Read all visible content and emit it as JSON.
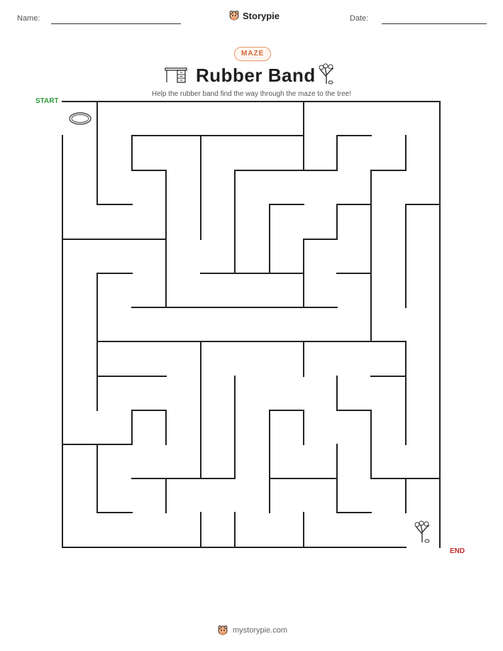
{
  "header": {
    "name_label": "Name:",
    "date_label": "Date:",
    "brand": "Storypie"
  },
  "badge": "MAZE",
  "title": "Rubber Band",
  "subtitle": "Help the rubber band find the way through the maze to the tree!",
  "maze": {
    "start_label": "START",
    "end_label": "END"
  },
  "footer": {
    "site": "mystorypie.com"
  },
  "icons": {
    "brand": "storypie-mascot-icon",
    "left_title": "desk-icon",
    "right_title": "tree-icon",
    "start_object": "rubber-band-icon",
    "end_object": "tree-icon"
  },
  "colors": {
    "start": "#2e9a3c",
    "end": "#c42b2b",
    "badge": "#d4663a"
  }
}
